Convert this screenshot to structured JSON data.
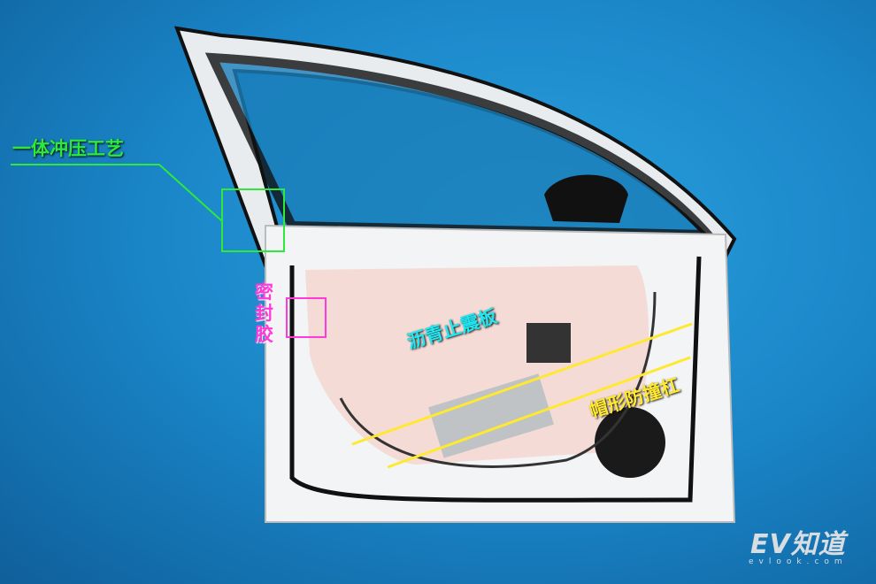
{
  "annotations": {
    "one_piece_stamping": "一体冲压工艺",
    "sealant": "密封胶",
    "asphalt_damping_sheet": "沥青止震板",
    "hat_shaped_impact_beam": "帽形防撞杠"
  },
  "watermark": {
    "logo": "EV知道",
    "site": "evlook.com"
  },
  "colors": {
    "green": "#2ee83a",
    "magenta": "#ff3ad8",
    "cyan": "#22e6f0",
    "yellow": "#ffe930"
  }
}
